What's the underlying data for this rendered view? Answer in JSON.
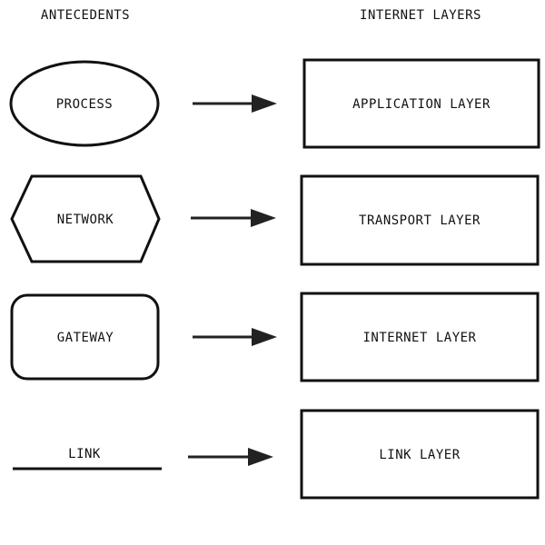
{
  "headers": {
    "left": "ANTECEDENTS",
    "right": "INTERNET LAYERS"
  },
  "rows": [
    {
      "antecedent": "PROCESS",
      "antecedent_shape": "ellipse",
      "layer": "APPLICATION LAYER"
    },
    {
      "antecedent": "NETWORK",
      "antecedent_shape": "hexagon",
      "layer": "TRANSPORT LAYER"
    },
    {
      "antecedent": "GATEWAY",
      "antecedent_shape": "rounded-rectangle",
      "layer": "INTERNET LAYER"
    },
    {
      "antecedent": "LINK",
      "antecedent_shape": "line",
      "layer": "LINK LAYER"
    }
  ],
  "colors": {
    "stroke": "#111111",
    "background": "#ffffff"
  }
}
